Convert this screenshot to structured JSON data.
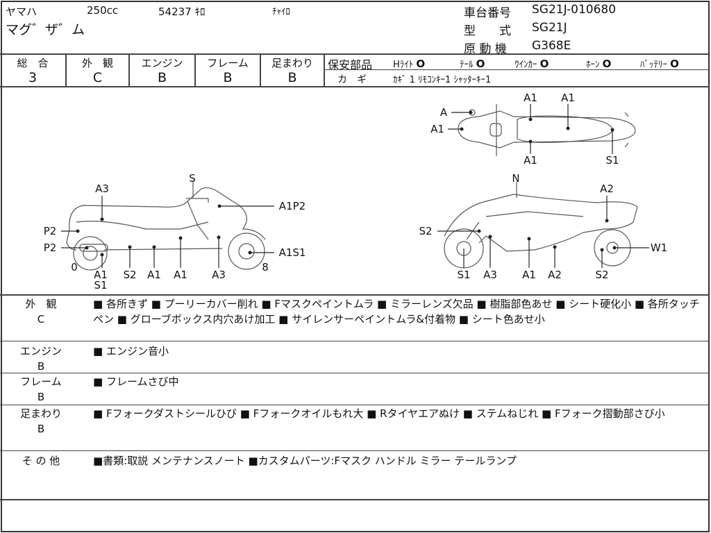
{
  "header": {
    "maker": "ヤマハ",
    "displacement": "250cc",
    "mileage": "54237 ｷﾛ",
    "color": "ﾁｬｲﾛ",
    "model_name": "マグ゛ザ゛ム",
    "chassis_label": "車台番号",
    "chassis_value": "SG21J-010680",
    "type_label": "型　　式",
    "type_value": "SG21J",
    "engine_label": "原 動 機",
    "engine_value": "G368E"
  },
  "ratings": [
    {
      "label": "総　合",
      "value": "3"
    },
    {
      "label": "外　観",
      "value": "C"
    },
    {
      "label": "エンジン",
      "value": "B"
    },
    {
      "label": "フレーム",
      "value": "B"
    },
    {
      "label": "足まわり",
      "value": "B"
    }
  ],
  "safety": {
    "label": "保安部品",
    "items": [
      {
        "name": "Hﾗｲﾄ",
        "mark": "O"
      },
      {
        "name": "ﾃｰﾙ",
        "mark": "O"
      },
      {
        "name": "ｳｲﾝｶｰ",
        "mark": "O"
      },
      {
        "name": "ﾎｰﾝ",
        "mark": "O"
      },
      {
        "name": "ﾊﾞｯﾃﾘｰ",
        "mark": "O"
      }
    ],
    "key_label": "カ　ギ",
    "key_value": "ｶｷﾞ 1  ﾘﾓｺﾝｷｰ1  ｼｬｯﾀｰｷｰ1"
  },
  "diagram": {
    "labels": [
      "S",
      "A3",
      "A1P2",
      "P2",
      "P2",
      "A1S1",
      "0",
      "8",
      "A1",
      "S1",
      "S2",
      "A1",
      "A1",
      "A3",
      "N",
      "A2",
      "S2",
      "W1",
      "S1",
      "A3",
      "A1",
      "A2",
      "S2",
      "A",
      "A1",
      "A1",
      "A1",
      "A1",
      "S1"
    ]
  },
  "notes": [
    {
      "label": "外　観",
      "grade": "C",
      "text": "■ 各所きず ■ プーリーカバー削れ ■ Fマスクペイントムラ ■ ミラーレンズ欠品 ■ 樹脂部色あせ ■ シート硬化小 ■ 各所タッチペン ■ グローブボックス内穴あけ加工 ■ サイレンサーペイントムラ&付着物 ■ シート色あせ小"
    },
    {
      "label": "エンジン",
      "grade": "B",
      "text": "■ エンジン音小"
    },
    {
      "label": "フレーム",
      "grade": "B",
      "text": "■ フレームさび中"
    },
    {
      "label": "足まわり",
      "grade": "B",
      "text": "■ Fフォークダストシールひび ■ Fフォークオイルもれ大 ■ Rタイヤエアぬけ ■ ステムねじれ ■ Fフォーク摺動部さび小"
    },
    {
      "label": "そ の 他",
      "grade": "",
      "text": "■書類:取説 メンテナンスノート ■カスタムパーツ:Fマスク ハンドル ミラー テールランプ"
    }
  ]
}
